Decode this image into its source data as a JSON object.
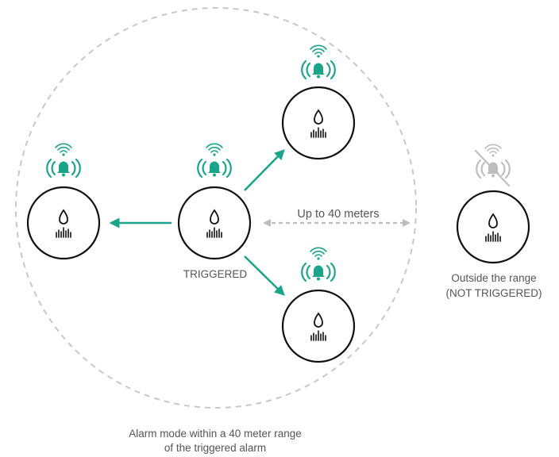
{
  "colors": {
    "accent": "#1aa58b",
    "range_ring": "#c8c8c8",
    "range_arrow": "#bdbdbd",
    "device_stroke": "#111111",
    "inactive": "#bdbdbd",
    "text": "#555555"
  },
  "icons": [
    "water-drop-icon",
    "sensor-probe-icon",
    "bell-icon",
    "wifi-icon",
    "muted-bell-icon"
  ],
  "labels": {
    "triggered": "TRIGGERED",
    "range": "Up to 40 meters",
    "outside_line1": "Outside the range",
    "outside_line2": "(NOT TRIGGERED)",
    "caption_line1": "Alarm mode within a 40 meter range",
    "caption_line2": "of the triggered alarm"
  }
}
